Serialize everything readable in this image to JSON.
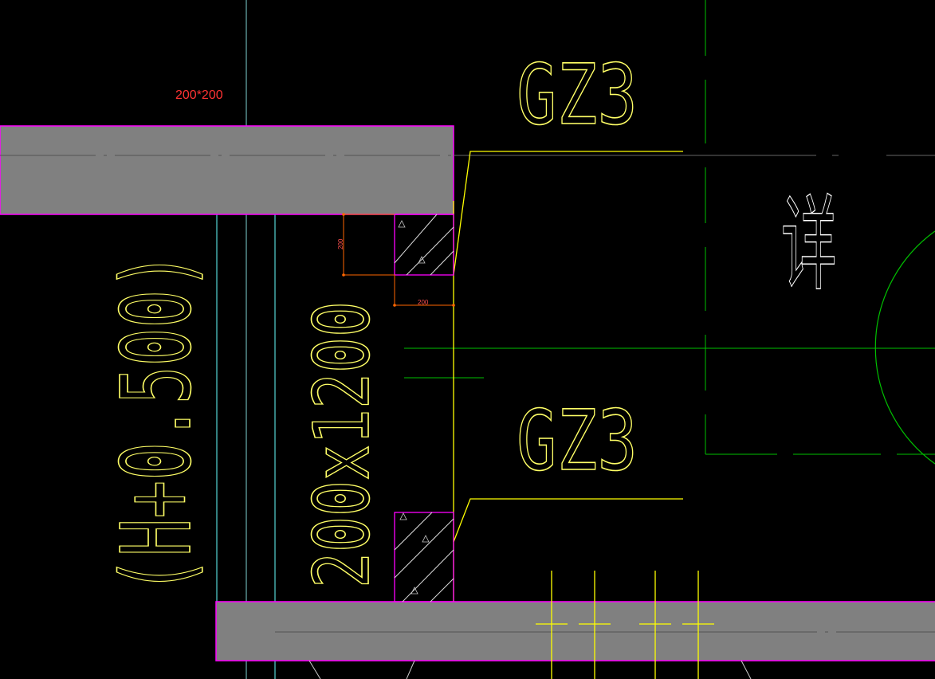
{
  "drawing": {
    "background": "#000000",
    "beam_fill": "#808080",
    "beam_outline": "#ff00ff",
    "wall_line_color": "#ffff00",
    "axis_line_color": "#00c000",
    "cyan_line_color": "#66ffff",
    "dimension_color": "#ff6600"
  },
  "labels": {
    "size_note": "200*200",
    "column_top": "GZ3",
    "column_bottom": "GZ3",
    "beam_size": "200x1200",
    "elevation": "(H+0.500)",
    "detail_char": "详",
    "dim_vertical": "200",
    "dim_horizontal": "200"
  }
}
